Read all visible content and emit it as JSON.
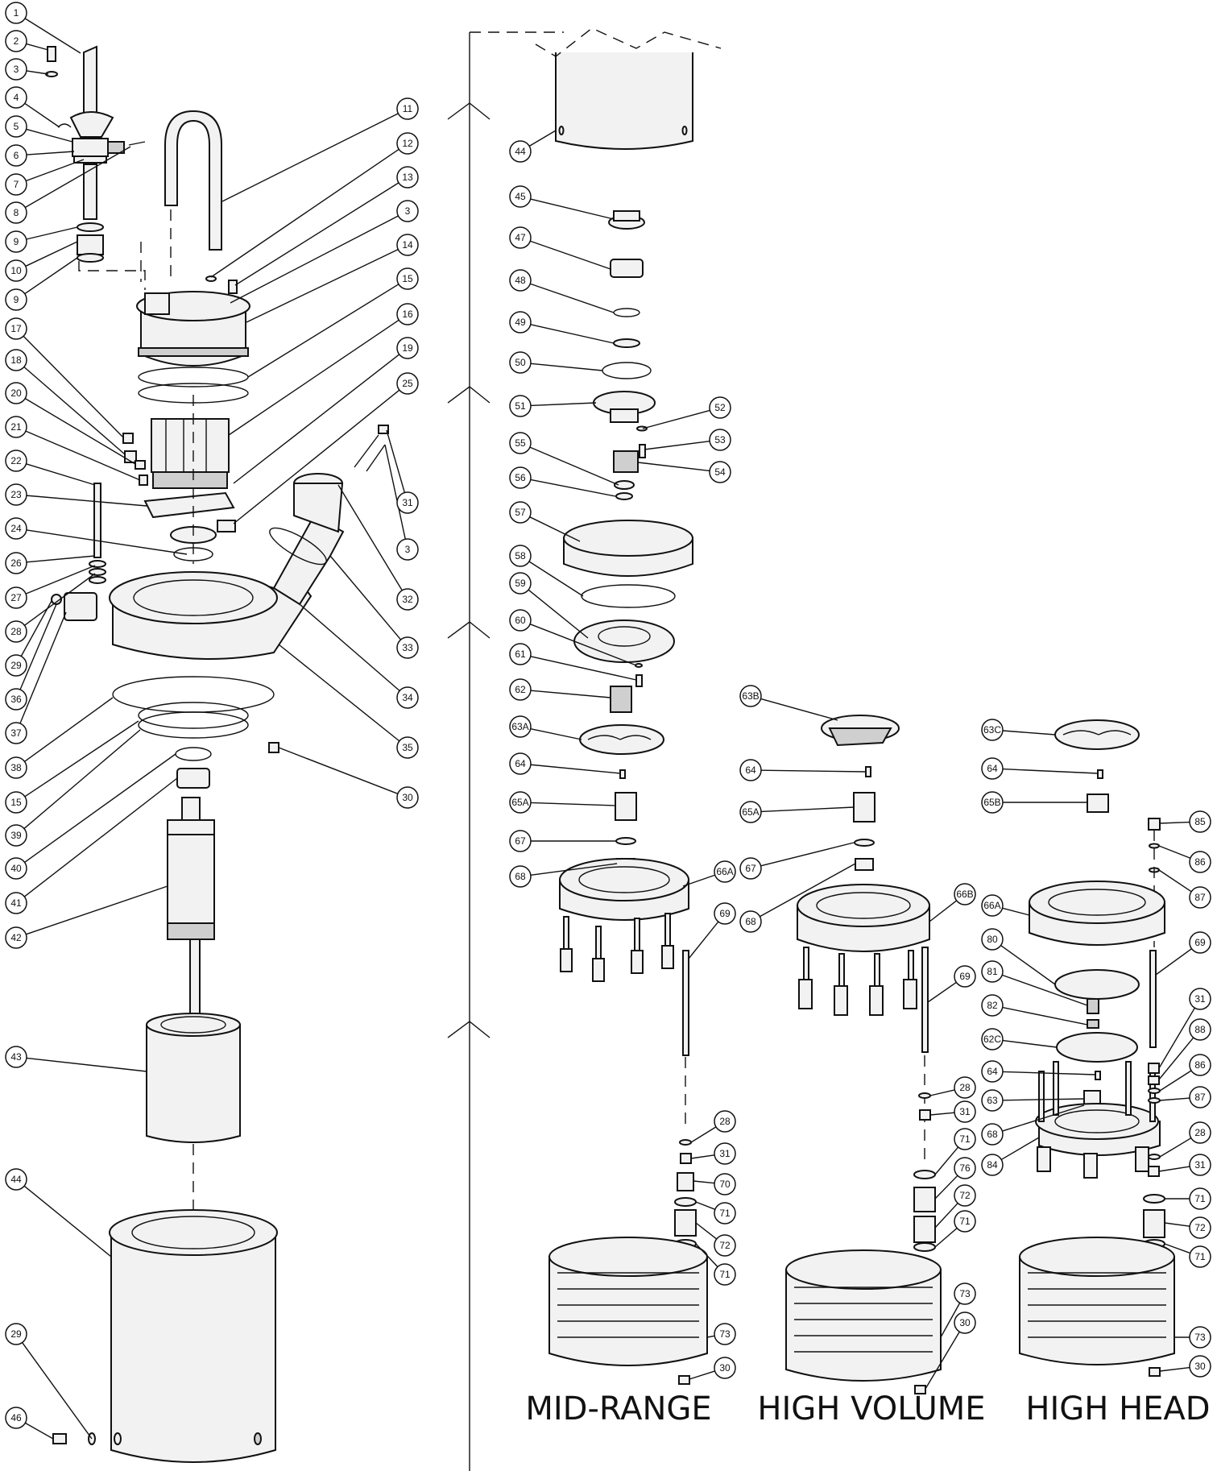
{
  "variant_labels": {
    "mid_range": "MID-RANGE",
    "high_volume": "HIGH VOLUME",
    "high_head": "HIGH HEAD"
  },
  "callouts": [
    {
      "id": "c1",
      "label": "1"
    },
    {
      "id": "c2",
      "label": "2"
    },
    {
      "id": "c3a",
      "label": "3"
    },
    {
      "id": "c4",
      "label": "4"
    },
    {
      "id": "c5",
      "label": "5"
    },
    {
      "id": "c6",
      "label": "6"
    },
    {
      "id": "c7",
      "label": "7"
    },
    {
      "id": "c8",
      "label": "8"
    },
    {
      "id": "c9a",
      "label": "9"
    },
    {
      "id": "c10",
      "label": "10"
    },
    {
      "id": "c9b",
      "label": "9"
    },
    {
      "id": "c17",
      "label": "17"
    },
    {
      "id": "c18",
      "label": "18"
    },
    {
      "id": "c20",
      "label": "20"
    },
    {
      "id": "c21",
      "label": "21"
    },
    {
      "id": "c22",
      "label": "22"
    },
    {
      "id": "c23",
      "label": "23"
    },
    {
      "id": "c24",
      "label": "24"
    },
    {
      "id": "c26",
      "label": "26"
    },
    {
      "id": "c27",
      "label": "27"
    },
    {
      "id": "c28a",
      "label": "28"
    },
    {
      "id": "c29a",
      "label": "29"
    },
    {
      "id": "c36",
      "label": "36"
    },
    {
      "id": "c37",
      "label": "37"
    },
    {
      "id": "c38",
      "label": "38"
    },
    {
      "id": "c15b",
      "label": "15"
    },
    {
      "id": "c39",
      "label": "39"
    },
    {
      "id": "c40",
      "label": "40"
    },
    {
      "id": "c41",
      "label": "41"
    },
    {
      "id": "c42",
      "label": "42"
    },
    {
      "id": "c43",
      "label": "43"
    },
    {
      "id": "c44a",
      "label": "44"
    },
    {
      "id": "c29b",
      "label": "29"
    },
    {
      "id": "c46",
      "label": "46"
    },
    {
      "id": "c11",
      "label": "11"
    },
    {
      "id": "c12",
      "label": "12"
    },
    {
      "id": "c13",
      "label": "13"
    },
    {
      "id": "c3b",
      "label": "3"
    },
    {
      "id": "c14",
      "label": "14"
    },
    {
      "id": "c15a",
      "label": "15"
    },
    {
      "id": "c16",
      "label": "16"
    },
    {
      "id": "c19",
      "label": "19"
    },
    {
      "id": "c25",
      "label": "25"
    },
    {
      "id": "c31a",
      "label": "31"
    },
    {
      "id": "c3c",
      "label": "3"
    },
    {
      "id": "c32",
      "label": "32"
    },
    {
      "id": "c33",
      "label": "33"
    },
    {
      "id": "c34",
      "label": "34"
    },
    {
      "id": "c35",
      "label": "35"
    },
    {
      "id": "c30a",
      "label": "30"
    },
    {
      "id": "c44b",
      "label": "44"
    },
    {
      "id": "c45",
      "label": "45"
    },
    {
      "id": "c47",
      "label": "47"
    },
    {
      "id": "c48",
      "label": "48"
    },
    {
      "id": "c49",
      "label": "49"
    },
    {
      "id": "c50",
      "label": "50"
    },
    {
      "id": "c51",
      "label": "51"
    },
    {
      "id": "c52",
      "label": "52"
    },
    {
      "id": "c53",
      "label": "53"
    },
    {
      "id": "c54",
      "label": "54"
    },
    {
      "id": "c55",
      "label": "55"
    },
    {
      "id": "c56",
      "label": "56"
    },
    {
      "id": "c57",
      "label": "57"
    },
    {
      "id": "c58",
      "label": "58"
    },
    {
      "id": "c59",
      "label": "59"
    },
    {
      "id": "c60",
      "label": "60"
    },
    {
      "id": "c61",
      "label": "61"
    },
    {
      "id": "c62",
      "label": "62"
    },
    {
      "id": "c63a",
      "label": "63A"
    },
    {
      "id": "c64a",
      "label": "64"
    },
    {
      "id": "c65a",
      "label": "65A"
    },
    {
      "id": "c67a",
      "label": "67"
    },
    {
      "id": "c68a",
      "label": "68"
    },
    {
      "id": "c66a",
      "label": "66A"
    },
    {
      "id": "c69a",
      "label": "69"
    },
    {
      "id": "c28b",
      "label": "28"
    },
    {
      "id": "c31b",
      "label": "31"
    },
    {
      "id": "c70",
      "label": "70"
    },
    {
      "id": "c71a",
      "label": "71"
    },
    {
      "id": "c72a",
      "label": "72"
    },
    {
      "id": "c71b",
      "label": "71"
    },
    {
      "id": "c73a",
      "label": "73"
    },
    {
      "id": "c30b",
      "label": "30"
    },
    {
      "id": "c63b",
      "label": "63B"
    },
    {
      "id": "c64b",
      "label": "64"
    },
    {
      "id": "c65a2",
      "label": "65A"
    },
    {
      "id": "c67b",
      "label": "67"
    },
    {
      "id": "c68b",
      "label": "68"
    },
    {
      "id": "c66b",
      "label": "66B"
    },
    {
      "id": "c69b",
      "label": "69"
    },
    {
      "id": "c28c",
      "label": "28"
    },
    {
      "id": "c31c",
      "label": "31"
    },
    {
      "id": "c71c",
      "label": "71"
    },
    {
      "id": "c76",
      "label": "76"
    },
    {
      "id": "c72b",
      "label": "72"
    },
    {
      "id": "c71d",
      "label": "71"
    },
    {
      "id": "c73b",
      "label": "73"
    },
    {
      "id": "c30c",
      "label": "30"
    },
    {
      "id": "c63c",
      "label": "63C"
    },
    {
      "id": "c64c",
      "label": "64"
    },
    {
      "id": "c65b",
      "label": "65B"
    },
    {
      "id": "c85",
      "label": "85"
    },
    {
      "id": "c86a",
      "label": "86"
    },
    {
      "id": "c87a",
      "label": "87"
    },
    {
      "id": "c66a2",
      "label": "66A"
    },
    {
      "id": "c69c",
      "label": "69"
    },
    {
      "id": "c80",
      "label": "80"
    },
    {
      "id": "c81",
      "label": "81"
    },
    {
      "id": "c82",
      "label": "82"
    },
    {
      "id": "c62c",
      "label": "62C"
    },
    {
      "id": "c31d",
      "label": "31"
    },
    {
      "id": "c88",
      "label": "88"
    },
    {
      "id": "c64d",
      "label": "64"
    },
    {
      "id": "c86b",
      "label": "86"
    },
    {
      "id": "c63",
      "label": "63"
    },
    {
      "id": "c87b",
      "label": "87"
    },
    {
      "id": "c68c",
      "label": "68"
    },
    {
      "id": "c28d",
      "label": "28"
    },
    {
      "id": "c84",
      "label": "84"
    },
    {
      "id": "c31e",
      "label": "31"
    },
    {
      "id": "c71e",
      "label": "71"
    },
    {
      "id": "c72c",
      "label": "72"
    },
    {
      "id": "c71f",
      "label": "71"
    },
    {
      "id": "c73c",
      "label": "73"
    },
    {
      "id": "c30d",
      "label": "30"
    }
  ]
}
